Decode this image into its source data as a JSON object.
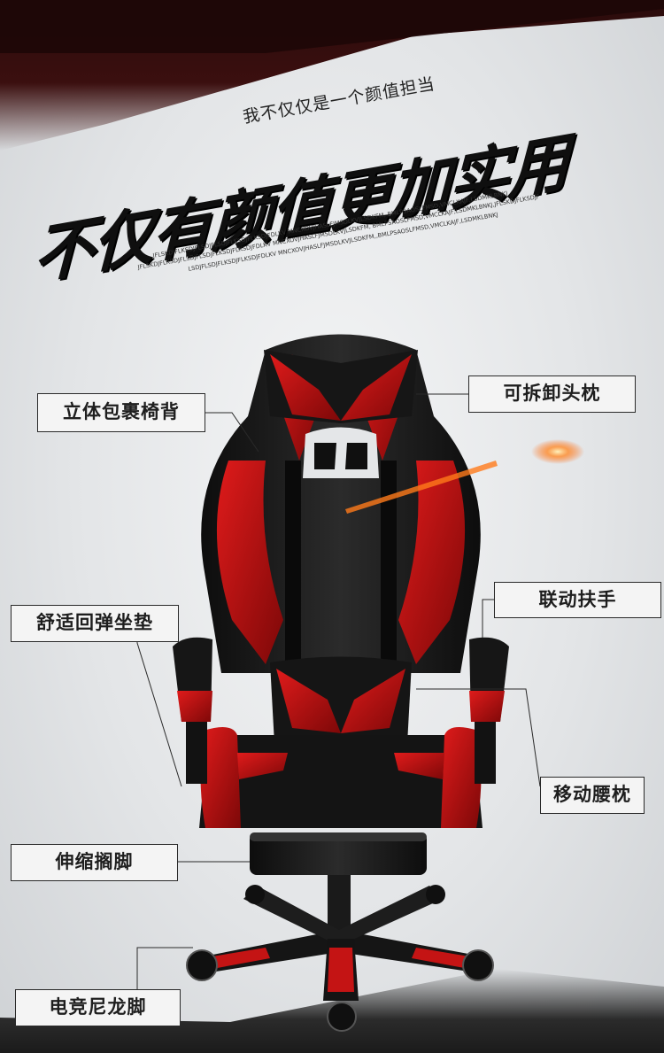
{
  "tagline": "我不仅仅是一个颜值担当",
  "headline": "不仅有颜值更加实用",
  "filler_text": [
    "JFLSKDJFLKSDJFLSDJFLSDJFLKSDJFLKSDJFDLKV MNCXOVJHASLFJMSDLKVJLSDKFM, BMLPSAOSLFMSD,VMCLKAJF,LSDMKLBNKJ",
    "JFLSKDJFLKSDJFLSDJFLSDJFLKSDJFLKSDJFDLKV MNCXOVJHASLFJMSDLKVJLSDKFM, BMLPSAOSLFMSD,VMCLKAJF,LSDMKLBNKJ,JFLSKDJFLKSDJF",
    "LSDJFLSDJFLKSDJFLKSDJFDLKV MNCXOVJHASLFJMSDLKVJLSDKFM,,BMLPSAOSLFMSD,VMCLKAJF,LSDMKLBNKJ"
  ],
  "callouts": {
    "headrest": "可拆卸头枕",
    "backrest": "立体包裹椅背",
    "armrest": "联动扶手",
    "cushion": "舒适回弹坐垫",
    "lumbar": "移动腰枕",
    "footrest": "伸缩搁脚",
    "base": "电竞尼龙脚"
  },
  "colors": {
    "accent_red": "#c41414",
    "dark_red": "#3b0f0f",
    "leather_black": "#1a1a1a",
    "background": "#e7e9eb"
  }
}
